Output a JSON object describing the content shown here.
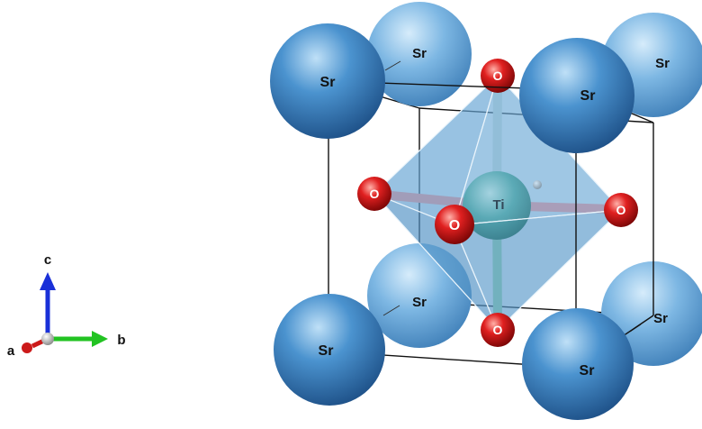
{
  "structure": {
    "atoms": {
      "strontium": "Sr",
      "oxygen": "O",
      "titanium": "Ti"
    },
    "colors": {
      "strontium": "#3d86c4",
      "oxygen": "#cc1818",
      "titanium": "#4fa8a2",
      "octahedron": "#5f9fcf",
      "cell_edge": "#111111"
    }
  },
  "axes": {
    "a": "a",
    "b": "b",
    "c": "c",
    "colors": {
      "a": "#cc1a1a",
      "b": "#22c322",
      "c": "#1a30d8"
    }
  }
}
